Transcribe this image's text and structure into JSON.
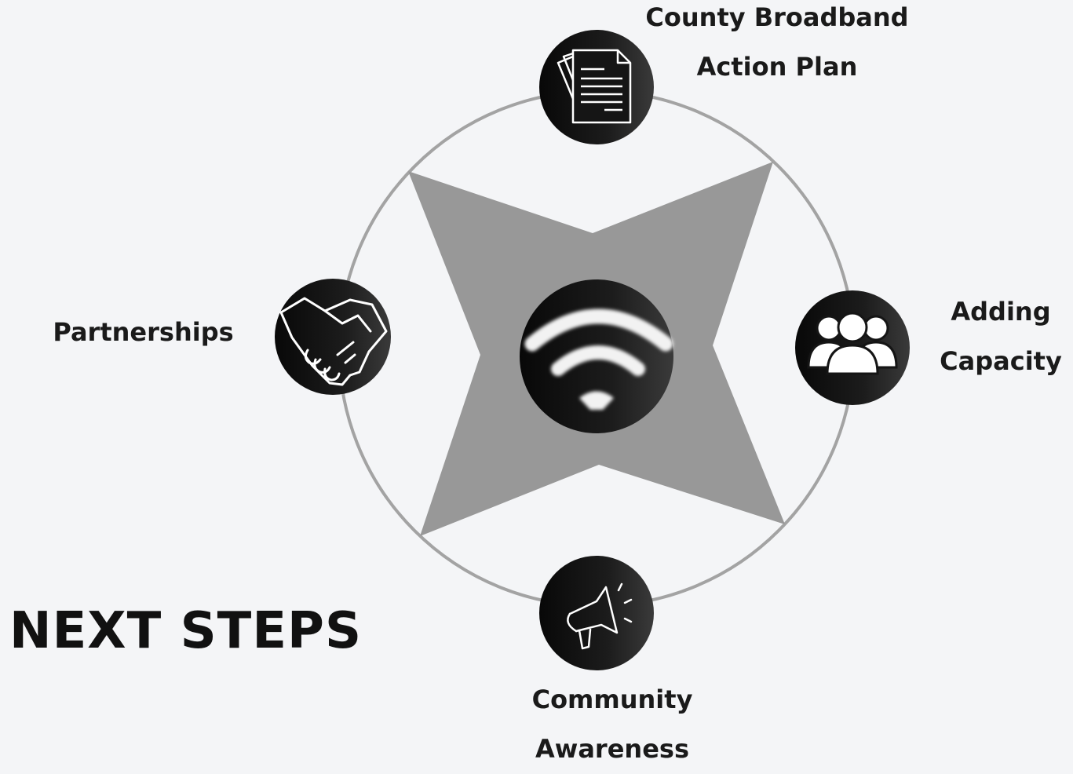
{
  "title": "NEXT STEPS",
  "center": {
    "icon": "wifi-icon"
  },
  "nodes": {
    "plan": {
      "lines": [
        "County Broadband",
        "Action Plan"
      ],
      "icon": "document-stack-icon"
    },
    "capacity": {
      "lines": [
        "Adding",
        "Capacity"
      ],
      "icon": "group-people-icon"
    },
    "partnerships": {
      "lines": [
        "Partnerships"
      ],
      "icon": "handshake-icon"
    },
    "awareness": {
      "lines": [
        "Community",
        "Awareness"
      ],
      "icon": "megaphone-icon"
    }
  },
  "colors": {
    "background": "#f4f5f7",
    "ring": "#a3a3a3",
    "star": "#989898",
    "icon_circle": "#151515",
    "text": "#1a1a1a"
  }
}
